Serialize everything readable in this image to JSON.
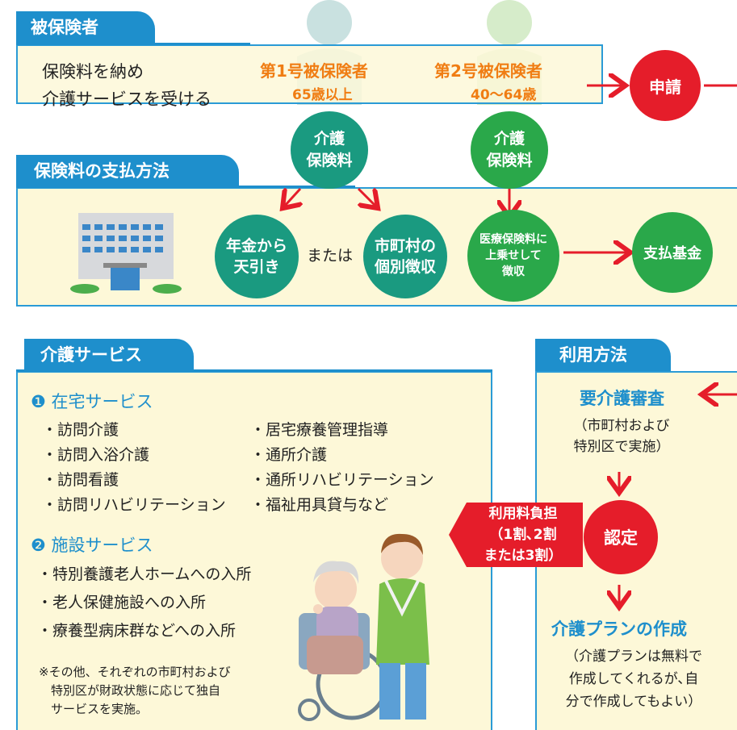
{
  "insured": {
    "tab": "被保険者",
    "description_line1": "保険料を納め",
    "description_line2": "介護サービスを受ける",
    "type1_title": "第1号被保険者",
    "type1_age": "65歳以上",
    "type2_title": "第2号被保険者",
    "type2_age": "40〜64歳",
    "apply": "申請"
  },
  "payment": {
    "tab": "保険料の支払方法",
    "premium1": "介護\n保険料",
    "premium2": "介護\n保険料",
    "pension": "年金から\n天引き",
    "or": "または",
    "municipal": "市町村の\n個別徴収",
    "medical": "医療保険料に\n上乗せして\n徴収",
    "fund": "支払基金"
  },
  "services": {
    "tab": "介護サービス",
    "home_num": "❶",
    "home_title": "在宅サービス",
    "home_left": [
      "・訪問介護",
      "・訪問入浴介護",
      "・訪問看護",
      "・訪問リハビリテーション"
    ],
    "home_right": [
      "・居宅療養管理指導",
      "・通所介護",
      "・通所リハビリテーション",
      "・福祉用具貸与など"
    ],
    "facility_num": "❷",
    "facility_title": "施設サービス",
    "facility_items": [
      "・特別養護老人ホームへの入所",
      "・老人保健施設への入所",
      "・療養型病床群などへの入所"
    ],
    "note": "※その他、それぞれの市町村および\n　特別区が財政状態に応じて独自\n　サービスを実施。"
  },
  "burden": {
    "text": "利用料負担\n（1割､2割\nまたは3割）"
  },
  "usage": {
    "tab": "利用方法",
    "review": "要介護審査",
    "review_note": "（市町村および\n特別区で実施）",
    "certify": "認定",
    "plan": "介護プランの作成",
    "plan_note": "（介護プランは無料で\n作成してくれるが､自\n分で作成してもよい）"
  },
  "colors": {
    "accent_blue": "#1e8fcc",
    "panel_bg": "#fdf8d8",
    "green": "#2aa84a",
    "teal": "#1a9a80",
    "red": "#e51d2a",
    "orange": "#f07d13"
  }
}
